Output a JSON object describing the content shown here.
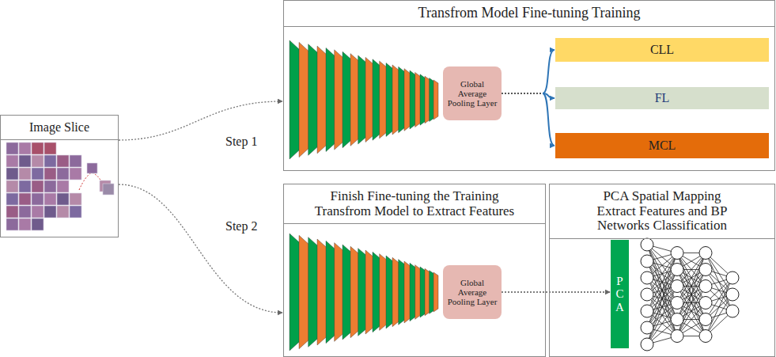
{
  "diagram": {
    "nodes": [
      {
        "text": [
          "Image Slice"
        ]
      },
      {
        "text": [
          "Transfrom Model Fine-tuning Training"
        ]
      },
      {
        "text": [
          "Global Average Pooling Layer"
        ],
        "in": 1
      },
      {
        "text": [
          "CLL"
        ],
        "in": 1
      },
      {
        "text": [
          "FL"
        ],
        "in": 1
      },
      {
        "text": [
          "MCL"
        ],
        "in": 1
      },
      {
        "text": [
          "Finish Fine-tuning the Training Transfrom Model to Extract Features"
        ]
      },
      {
        "text": [
          "Global Average Pooling Layer"
        ],
        "in": 6
      },
      {
        "text": [
          "PCA Spatial Mapping Extract Features and BP Networks Classification"
        ]
      },
      {
        "text": [
          "PCA"
        ],
        "in": 8
      }
    ],
    "edges": [
      {
        "from": 0,
        "to": 1,
        "label": "Step 1",
        "arrow": "to"
      },
      {
        "from": 0,
        "to": 6,
        "label": "Step 2",
        "arrow": "to"
      },
      {
        "from": 2,
        "to": 3,
        "arrow": "to"
      },
      {
        "from": 2,
        "to": 4,
        "arrow": "to"
      },
      {
        "from": 2,
        "to": 5,
        "arrow": "to"
      },
      {
        "from": 7,
        "to": 9,
        "arrow": "to"
      }
    ]
  }
}
